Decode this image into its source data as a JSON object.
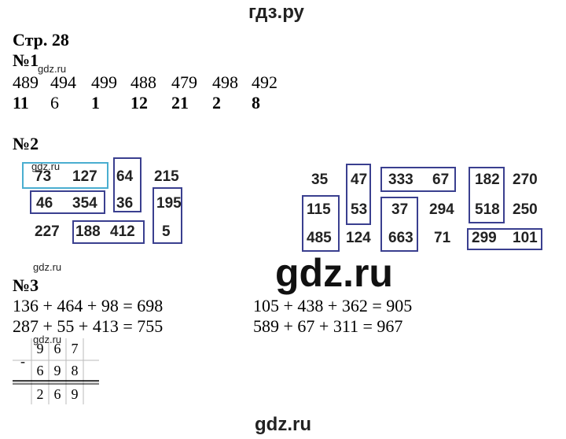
{
  "header": {
    "site": "гдз.ру"
  },
  "page_label": "Стр. 28",
  "task1": {
    "label": "№1",
    "watermark": "gdz.ru",
    "numbers": [
      "489",
      "494",
      "499",
      "488",
      "479",
      "498",
      "492"
    ],
    "differences": [
      "11",
      "6",
      "1",
      "12",
      "21",
      "2",
      "8"
    ]
  },
  "task2": {
    "label": "№2",
    "watermark": "gdz.ru",
    "left": [
      "73",
      "127",
      "64",
      "215",
      "46",
      "354",
      "36",
      "195",
      "227",
      "188",
      "412",
      "5"
    ],
    "right": [
      "35",
      "47",
      "333",
      "67",
      "182",
      "270",
      "115",
      "53",
      "37",
      "294",
      "518",
      "250",
      "485",
      "124",
      "663",
      "71",
      "299",
      "101"
    ]
  },
  "big_watermark": "gdz.ru",
  "task3": {
    "label": "№3",
    "watermark": "gdz.ru",
    "equations": [
      "136 + 464 + 98 = 698",
      "105 + 438 + 362 = 905",
      "287 + 55 + 413 = 755",
      "589 + 67 + 311 = 967"
    ],
    "subtraction": {
      "sign": "-",
      "top": [
        "9",
        "6",
        "7"
      ],
      "middle": [
        "6",
        "9",
        "8"
      ],
      "result": [
        "2",
        "6",
        "9"
      ],
      "watermark": "gdz.ru"
    }
  },
  "footer": {
    "site": "gdz.ru"
  }
}
